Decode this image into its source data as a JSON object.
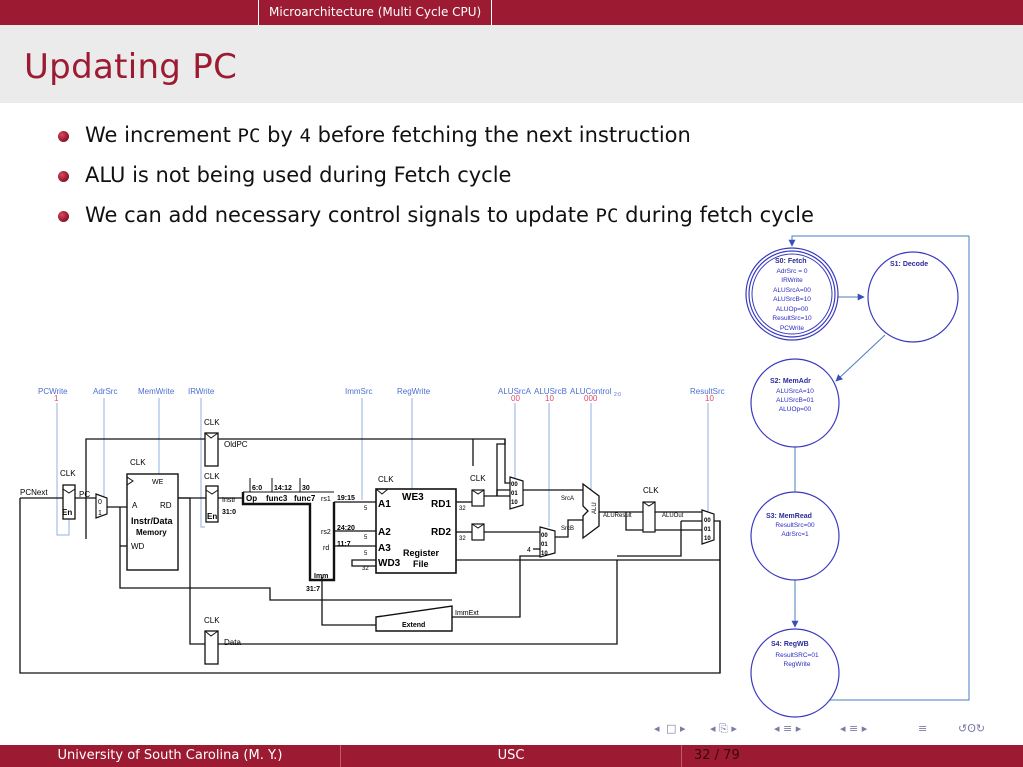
{
  "header": {
    "section": "Microarchitecture (Multi Cycle CPU)"
  },
  "slide": {
    "title": "Updating PC",
    "bullets": [
      {
        "pre": "We increment ",
        "code1": "PC",
        "mid": " by ",
        "code2": "4",
        "post": " before fetching the next instruction"
      },
      {
        "text": "ALU is not being used during Fetch cycle"
      },
      {
        "pre": "We can add necessary control signals to update ",
        "code": "PC",
        "post": " during fetch cycle"
      }
    ]
  },
  "control_signals": {
    "pcwrite": {
      "name": "PCWrite",
      "value": "1"
    },
    "adrsrc": {
      "name": "AdrSrc"
    },
    "memwrite": {
      "name": "MemWrite"
    },
    "irwrite": {
      "name": "IRWrite"
    },
    "immsrc": {
      "name": "ImmSrc"
    },
    "regwrite": {
      "name": "RegWrite"
    },
    "alusrca": {
      "name": "ALUSrcA",
      "value": "00"
    },
    "alusrcb": {
      "name": "ALUSrcB",
      "value": "10"
    },
    "alucontrol": {
      "name": "ALUControl",
      "sub": "2:0",
      "value": "000"
    },
    "resultsrc": {
      "name": "ResultSrc",
      "value": "10"
    }
  },
  "datapath": {
    "clk": "CLK",
    "en": "En",
    "pcnext": "PCNext",
    "pc": "PC",
    "oldpc": "OldPC",
    "data": "Data",
    "we": "WE",
    "a": "A",
    "rd": "RD",
    "wd": "WD",
    "mem_title": "Instr/Data",
    "mem_sub": "Memory",
    "instr": "Instr",
    "op": "Op",
    "func3": "func3",
    "func7": "func7",
    "b6_0": "6:0",
    "b14_12": "14:12",
    "b30": "30",
    "b31_0": "31:0",
    "b19_15": "19:15",
    "b24_20": "24:20",
    "b11_7": "11:7",
    "b31_7": "31:7",
    "rs1": "rs1",
    "rs2": "rs2",
    "rdreg": "rd",
    "imm": "Imm",
    "a1": "A1",
    "a2": "A2",
    "a3": "A3",
    "wd3": "WD3",
    "we3": "WE3",
    "rd1": "RD1",
    "rd2": "RD2",
    "rf_title": "Register",
    "rf_sub": "File",
    "w5": "5",
    "w32": "32",
    "srca": "SrcA",
    "srcb": "SrcB",
    "alu": "ALU",
    "aluresult": "ALUResult",
    "aluout": "ALUOut",
    "four": "4",
    "immext": "ImmExt",
    "extend": "Extend",
    "m0": "0",
    "m1": "1",
    "m00": "00",
    "m01": "01",
    "m10": "10"
  },
  "fsm": {
    "s0": {
      "name": "S0: Fetch",
      "lines": [
        "AdrSrc = 0",
        "IRWrite",
        "ALUSrcA=00",
        "ALUSrcB=10",
        "ALUOp=00",
        "ResultSrc=10",
        "PCWrite"
      ]
    },
    "s1": {
      "name": "S1: Decode"
    },
    "s2": {
      "name": "S2: MemAdr",
      "lines": [
        "ALUSrcA=10",
        "ALUSrcB=01",
        "ALUOp=00"
      ]
    },
    "s3": {
      "name": "S3: MemRead",
      "lines": [
        "ResultSrc=00",
        "AdrSrc=1"
      ]
    },
    "s4": {
      "name": "S4: RegWB",
      "lines": [
        "ResultSRC=01",
        "RegWrite"
      ]
    }
  },
  "nav": {
    "icons": [
      "left-arrow-icon",
      "frame-icon",
      "right-arrow-icon",
      "subsection-icon",
      "section-icon",
      "align-icon",
      "search-icon"
    ]
  },
  "footer": {
    "left": "University of South Carolina  (M. Y.)",
    "center": "USC",
    "page": "32 / 79"
  }
}
